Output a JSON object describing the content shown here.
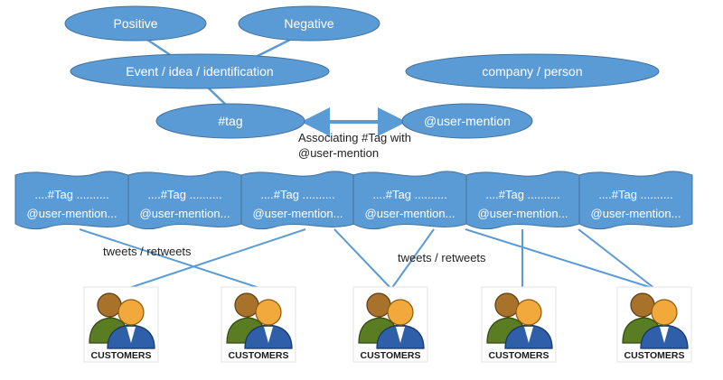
{
  "colors": {
    "node_fill": "#5b9bd5",
    "node_stroke": "#41719c",
    "connector": "#5b9bd5",
    "person_left_body": "#5a7d23",
    "person_left_head": "#a8722a",
    "person_right_body": "#2e5fa8",
    "person_right_head": "#f2a93b"
  },
  "nodes": {
    "positive": "Positive",
    "negative": "Negative",
    "event": "Event / idea / identification",
    "company": "company / person",
    "tag": "#tag",
    "user_mention": "@user-mention"
  },
  "association": {
    "line1": "Associating #Tag  with",
    "line2": "@user-mention"
  },
  "tiles": [
    {
      "tag": "....#Tag  ..........",
      "mention": "@user-mention..."
    },
    {
      "tag": "....#Tag  ..........",
      "mention": "@user-mention..."
    },
    {
      "tag": "....#Tag  ..........",
      "mention": "@user-mention..."
    },
    {
      "tag": "....#Tag  ..........",
      "mention": "@user-mention..."
    },
    {
      "tag": "....#Tag  ..........",
      "mention": "@user-mention..."
    },
    {
      "tag": "....#Tag  ..........",
      "mention": "@user-mention..."
    }
  ],
  "flows": {
    "left": "tweets / retweets",
    "right": "tweets / retweets"
  },
  "customers": [
    "CUSTOMERS",
    "CUSTOMERS",
    "CUSTOMERS",
    "CUSTOMERS",
    "CUSTOMERS"
  ],
  "icons": {
    "customer": "customers-icon",
    "arrow": "double-arrow-icon"
  }
}
